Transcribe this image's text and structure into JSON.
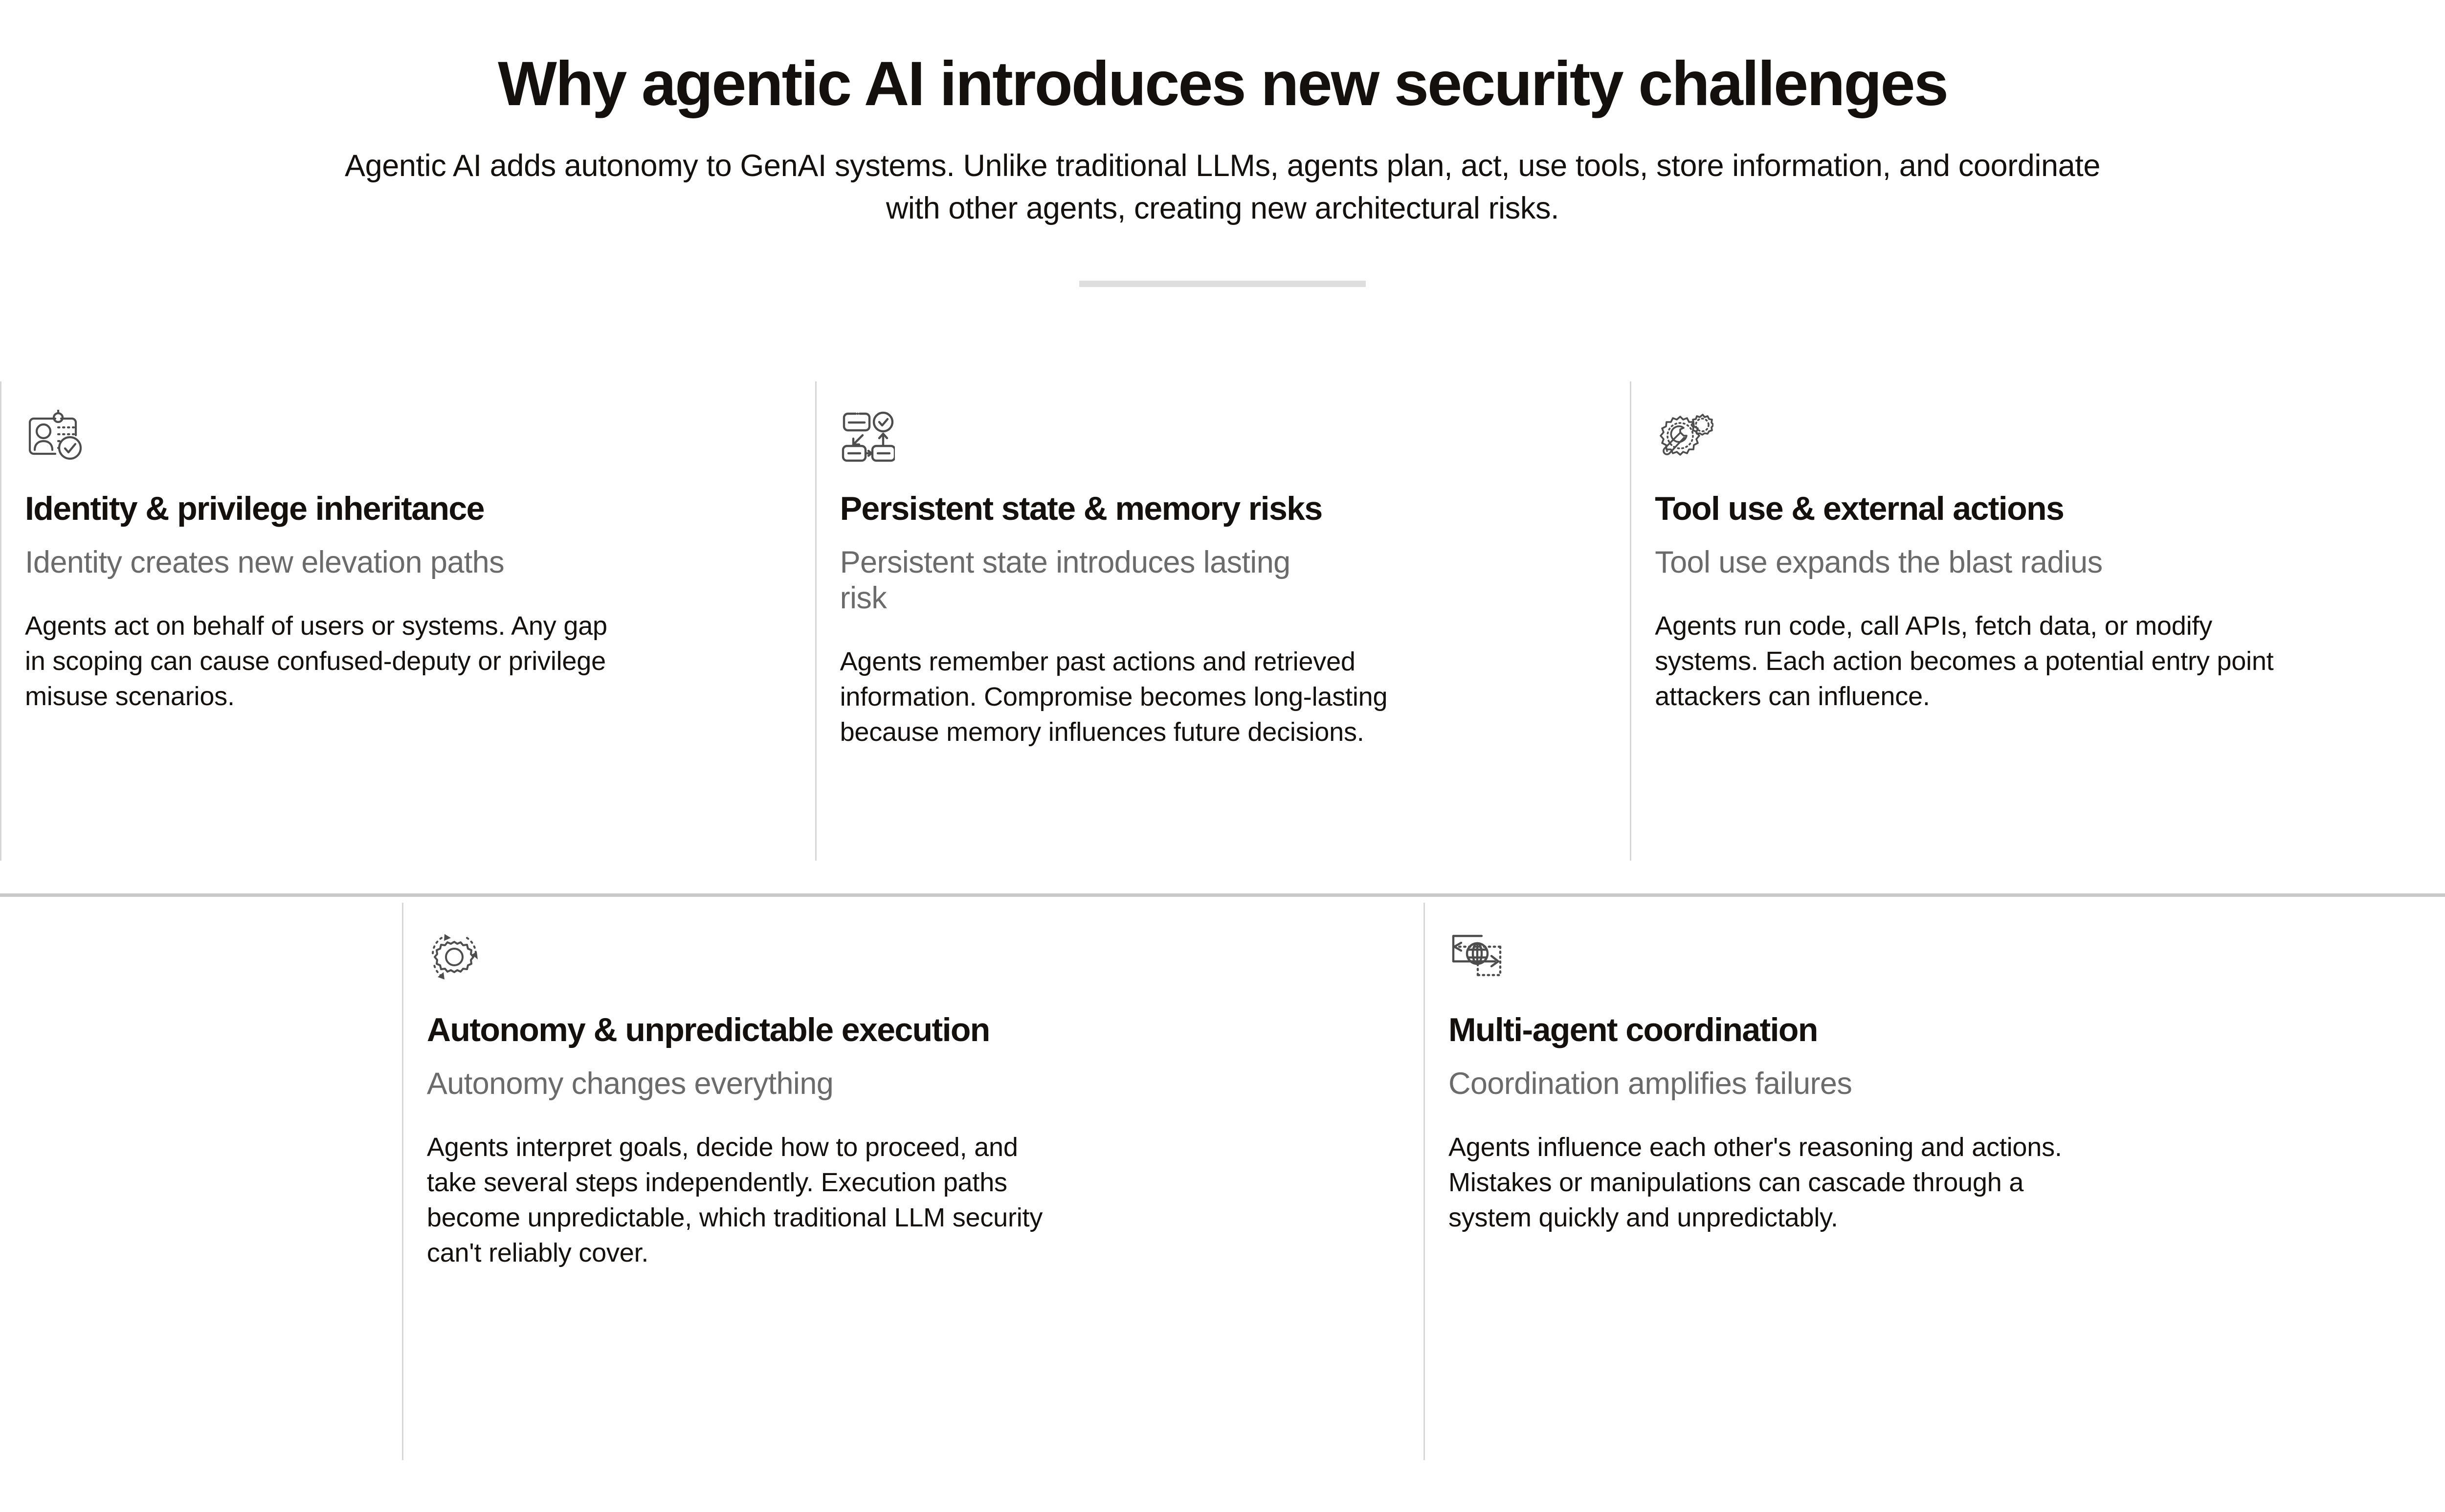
{
  "header": {
    "title": "Why agentic AI introduces new security challenges",
    "subtitle": "Agentic AI adds autonomy to GenAI systems. Unlike traditional LLMs, agents plan, act, use tools, store information, and coordinate with other agents, creating new architectural risks.",
    "divider_color": "#dedede"
  },
  "colors": {
    "text": "#14100d",
    "muted": "#6b6b6b",
    "rule": "#d6d6d6",
    "icon_stroke": "#4d4d4d",
    "background": "#ffffff"
  },
  "cards": [
    {
      "icon": "id-badge-verified-icon",
      "title": "Identity & privilege inheritance",
      "subtitle": "Identity creates new elevation paths",
      "body": "Agents act on behalf of users or systems. Any gap in scoping can cause confused-deputy or privilege misuse scenarios."
    },
    {
      "icon": "process-flow-verified-icon",
      "title": "Persistent state & memory risks",
      "subtitle": "Persistent state introduces lasting risk",
      "body": "Agents remember past actions and retrieved information. Compromise becomes long-lasting because memory influences future decisions."
    },
    {
      "icon": "wrench-gears-icon",
      "title": "Tool use & external actions",
      "subtitle": "Tool use expands the blast radius",
      "body": "Agents run code, call APIs, fetch data, or modify systems. Each action becomes a potential entry point attackers can influence."
    },
    {
      "icon": "gear-rotating-arrows-icon",
      "title": "Autonomy & unpredictable execution",
      "subtitle": "Autonomy changes everything",
      "body": "Agents interpret goals, decide how to proceed, and take several steps independently. Execution paths become unpredictable, which traditional LLM security can't reliably cover."
    },
    {
      "icon": "globe-exchange-arrows-icon",
      "title": "Multi-agent coordination",
      "subtitle": "Coordination amplifies failures",
      "body": "Agents influence each other's reasoning and actions. Mistakes or manipulations can cascade through a system quickly and unpredictably."
    }
  ]
}
